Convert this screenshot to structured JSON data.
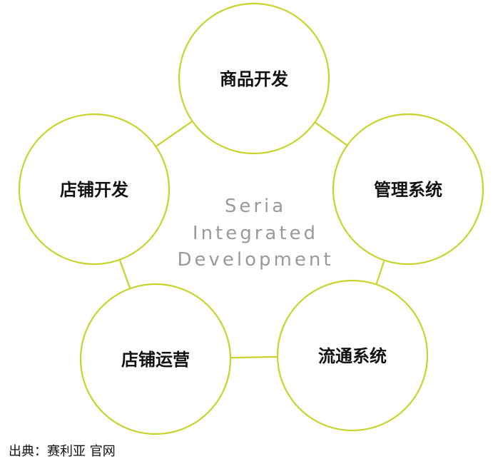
{
  "colors": {
    "ring": "#c8d42a",
    "center_text": "#9a9a9a",
    "label": "#111111"
  },
  "center": {
    "lines": [
      "Seria",
      "Integrated",
      "Development"
    ]
  },
  "nodes": [
    {
      "id": "product-development",
      "label": "商品开发"
    },
    {
      "id": "management-system",
      "label": "管理系统"
    },
    {
      "id": "logistics-system",
      "label": "流通系统"
    },
    {
      "id": "store-operations",
      "label": "店铺运营"
    },
    {
      "id": "store-development",
      "label": "店铺开发"
    }
  ],
  "edges": [
    [
      "product-development",
      "management-system"
    ],
    [
      "management-system",
      "logistics-system"
    ],
    [
      "logistics-system",
      "store-operations"
    ],
    [
      "store-operations",
      "store-development"
    ],
    [
      "store-development",
      "product-development"
    ]
  ],
  "caption": "出典：赛利亚 官网"
}
